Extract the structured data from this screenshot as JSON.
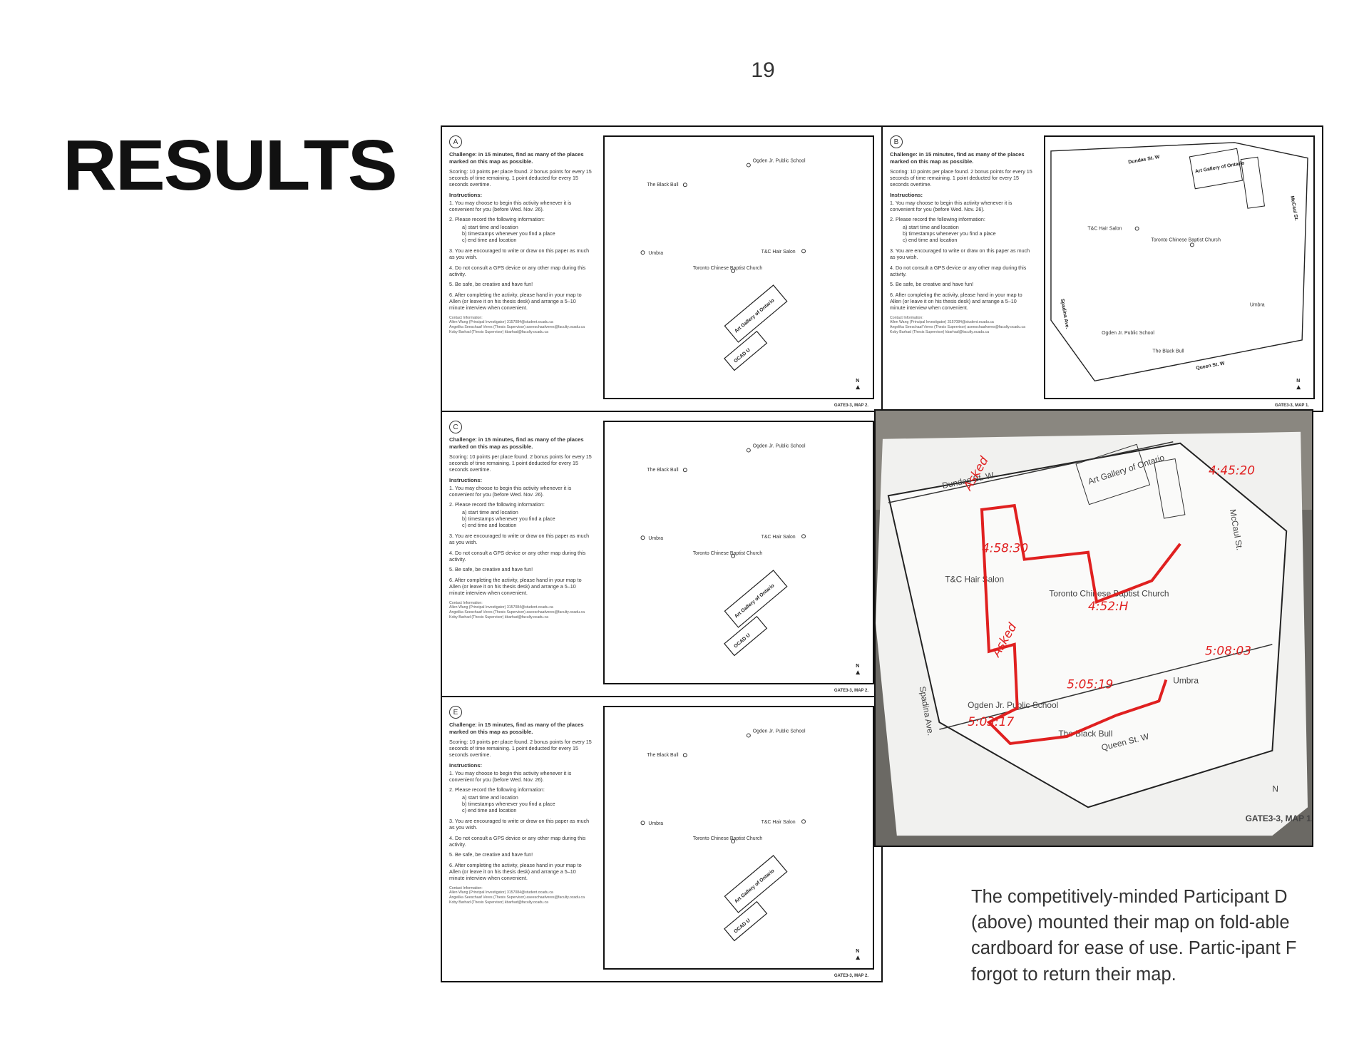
{
  "page": {
    "number": "19",
    "heading": "RESULTS",
    "caption": "The competitively-minded Participant D (above) mounted their map on fold-able cardboard for ease of use. Partic-ipant F forgot to return their map."
  },
  "sheet_text": {
    "challenge": "Challenge: in 15 minutes, find as many of the places marked on this map as possible.",
    "scoring": "Scoring: 10 points per place found. 2 bonus points for every 15 seconds of time remaining. 1 point deducted for every 15 seconds overtime.",
    "instructions_title": "Instructions:",
    "step1": "1. You may choose to begin this activity whenever it is convenient for you (before Wed. Nov. 26).",
    "step2": "2. Please record the following information:",
    "step2a": "a) start time and location",
    "step2b": "b) timestamps whenever you find a place",
    "step2c": "c) end time and location",
    "step3": "3. You are encouraged to write or draw on this paper as much as you wish.",
    "step4": "4. Do not consult a GPS device or any other map during this activity.",
    "step5": "5. Be safe, be creative and have fun!",
    "step6": "6. After completing the activity, please hand in your map to Allen (or leave it on his thesis desk) and arrange a 5–10 minute interview when convenient.",
    "contact": "Contact Information:",
    "contact1": "Allen Wang (Principal Investigator) 3157084@student.ocadu.ca",
    "contact2": "Angelika Seeschaaf Veres (Thesis Supervisor) aseeschaafveres@faculty.ocadu.ca",
    "contact3": "Koby Barhad (Thesis Supervisor) kbarhad@faculty.ocadu.ca"
  },
  "places": {
    "ogden": "Ogden Jr. Public School",
    "black_bull": "The Black Bull",
    "umbra": "Umbra",
    "tc_hair": "T&C Hair Salon",
    "toronto_chinese": "Toronto Chinese Baptist Church",
    "ocad": "OCAD U",
    "ago": "Art Gallery of Ontario",
    "dundas": "Dundas St. W",
    "queen": "Queen St. W",
    "spadina": "Spadina Ave.",
    "mccaul": "McCaul St.",
    "north": "N"
  },
  "panels": [
    {
      "letter": "A",
      "map_code": "GATE3-3, MAP 2."
    },
    {
      "letter": "B",
      "map_code": "GATE3-3, MAP 1."
    },
    {
      "letter": "C",
      "map_code": "GATE3-3, MAP 2."
    },
    {
      "letter": "E",
      "map_code": "GATE3-3, MAP 2."
    }
  ],
  "photo": {
    "map_code": "GATE3-3, MAP 1.",
    "annotations": [
      "4:45:20",
      "4:58:30",
      "4:52:H",
      "5:08:03",
      "5:05:19",
      "5:03:17",
      "Asked",
      "Asked"
    ]
  },
  "colors": {
    "ink_red": "#e02020",
    "border": "#111111"
  }
}
